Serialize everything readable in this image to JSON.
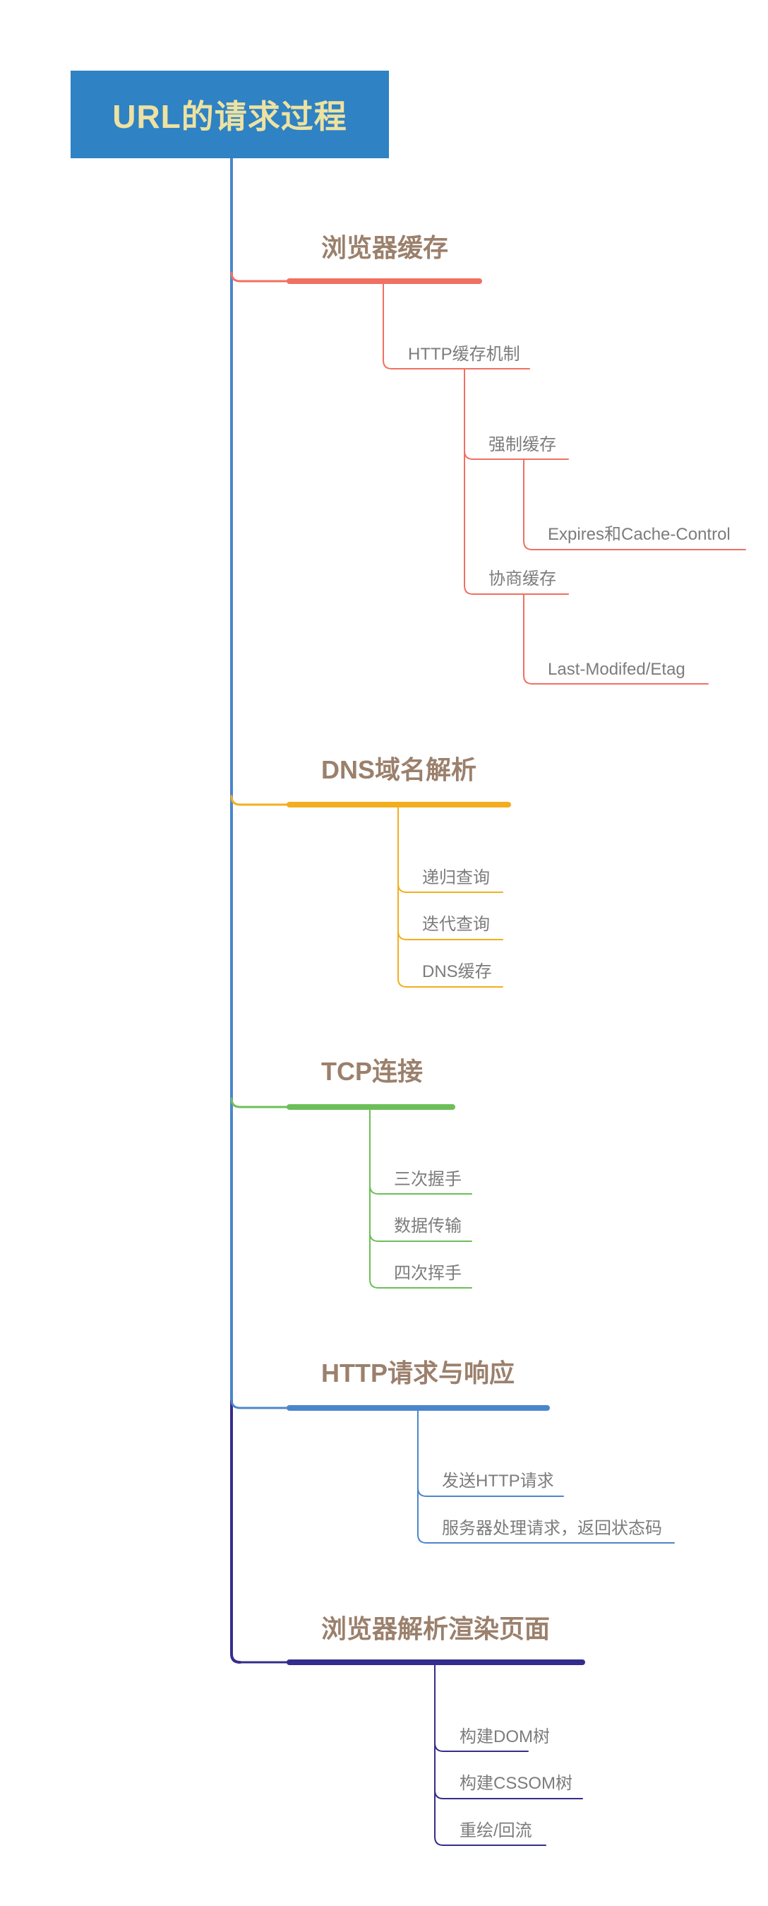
{
  "root": {
    "title": "URL的请求过程"
  },
  "branches": [
    {
      "label": "浏览器缓存",
      "color": "#f07062",
      "children": [
        {
          "label": "HTTP缓存机制",
          "children": [
            {
              "label": "强制缓存",
              "children": [
                {
                  "label": "Expires和Cache-Control"
                }
              ]
            },
            {
              "label": "协商缓存",
              "children": [
                {
                  "label": "Last-Modifed/Etag"
                }
              ]
            }
          ]
        }
      ]
    },
    {
      "label": "DNS域名解析",
      "color": "#f3ae1e",
      "children": [
        {
          "label": "递归查询"
        },
        {
          "label": "迭代查询"
        },
        {
          "label": "DNS缓存"
        }
      ]
    },
    {
      "label": "TCP连接",
      "color": "#6cbf58",
      "children": [
        {
          "label": "三次握手"
        },
        {
          "label": "数据传输"
        },
        {
          "label": "四次挥手"
        }
      ]
    },
    {
      "label": "HTTP请求与响应",
      "color": "#4b86cc",
      "children": [
        {
          "label": "发送HTTP请求"
        },
        {
          "label": "服务器处理请求，返回状态码"
        }
      ]
    },
    {
      "label": "浏览器解析渲染页面",
      "color": "#352d8c",
      "children": [
        {
          "label": "构建DOM树"
        },
        {
          "label": "构建CSSOM树"
        },
        {
          "label": "重绘/回流"
        }
      ]
    }
  ]
}
